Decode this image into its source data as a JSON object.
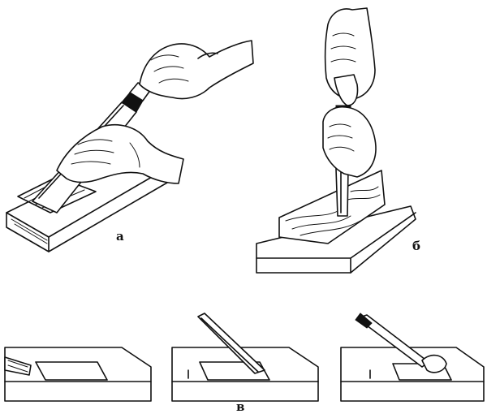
{
  "labels": {
    "panel_a": "а",
    "panel_b": "б",
    "panel_c": "в"
  }
}
